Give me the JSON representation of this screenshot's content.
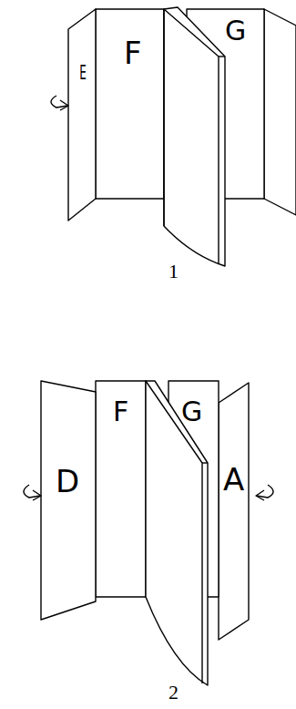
{
  "diagram": {
    "labels": [
      "E",
      "F",
      "G",
      "1",
      "D",
      "F",
      "G",
      "A",
      "2"
    ]
  }
}
